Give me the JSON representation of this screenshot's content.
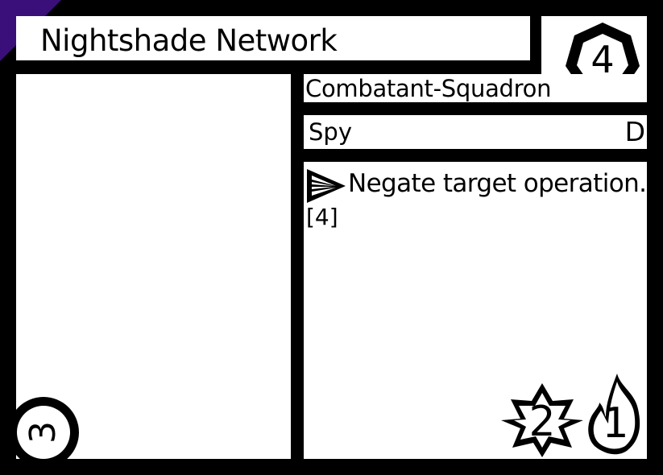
{
  "card": {
    "name": "Nightshade Network",
    "cost": "4",
    "type_line": "Combatant-Squadron",
    "class": "Spy",
    "rank": "D",
    "effect_text": "Negate target operation.",
    "effect_cost": "[4]",
    "health": "3",
    "power": "2",
    "heat": "1"
  },
  "icons": {
    "corner": "faction-corner-icon",
    "cost": "heptagon-cost-icon",
    "effect": "activate-arrow-icon",
    "health": "health-circle-icon",
    "power": "power-star-icon",
    "heat": "flame-icon"
  },
  "colors": {
    "frame": "#000000",
    "panel": "#ffffff",
    "faction": "#3a0f7a"
  }
}
